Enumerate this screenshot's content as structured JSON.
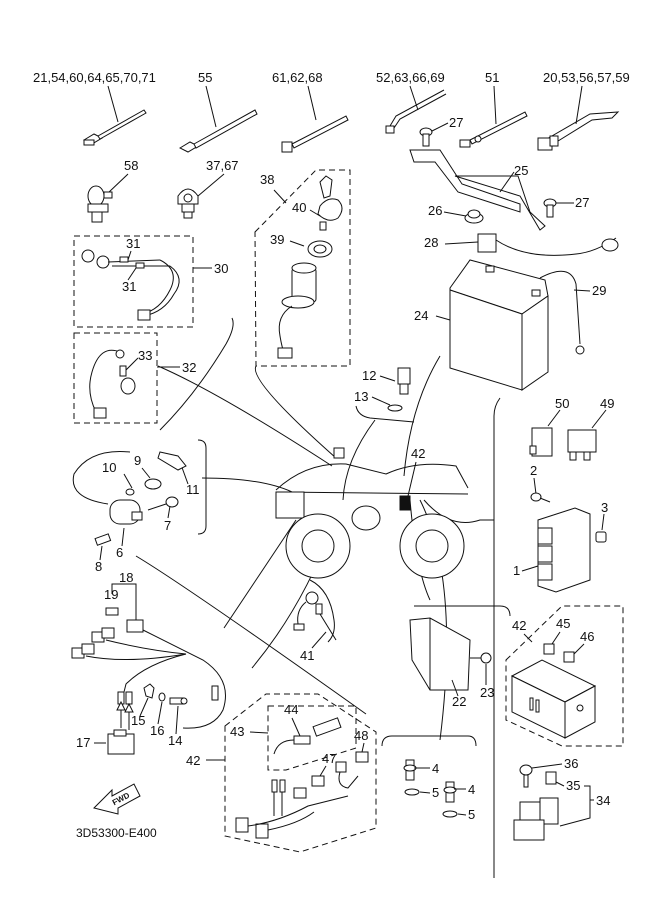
{
  "diagram": {
    "title_code": "3D53300-E400",
    "fwd_label": "FWD",
    "top_ties": [
      {
        "label": "21,54,60,64,65,70,71",
        "part": "cable-tie-short"
      },
      {
        "label": "55",
        "part": "cable-tie-long"
      },
      {
        "label": "61,62,68",
        "part": "cable-tie-square-head"
      },
      {
        "label": "52,63,66,69",
        "part": "cable-tie-bent"
      },
      {
        "label": "51",
        "part": "cable-tie-mount"
      },
      {
        "label": "20,53,56,57,59",
        "part": "cable-tie-clip"
      }
    ],
    "callouts": {
      "c1": "1",
      "c2": "2",
      "c3": "3",
      "c4a": "4",
      "c4b": "4",
      "c5a": "5",
      "c5b": "5",
      "c6": "6",
      "c7": "7",
      "c8": "8",
      "c9": "9",
      "c10": "10",
      "c11": "11",
      "c12": "12",
      "c13": "13",
      "c14": "14",
      "c15": "15",
      "c16": "16",
      "c17": "17",
      "c18": "18",
      "c19": "19",
      "c22": "22",
      "c23": "23",
      "c24": "24",
      "c25": "25",
      "c26": "26",
      "c27a": "27",
      "c27b": "27",
      "c28": "28",
      "c29": "29",
      "c30": "30",
      "c31a": "31",
      "c31b": "31",
      "c32": "32",
      "c33": "33",
      "c34": "34",
      "c35": "35",
      "c36": "36",
      "c37": "37,67",
      "c38": "38",
      "c39": "39",
      "c40": "40",
      "c41": "41",
      "c42a": "42",
      "c42b": "42",
      "c42c": "42",
      "c43": "43",
      "c44": "44",
      "c45": "45",
      "c46": "46",
      "c47": "47",
      "c48": "48",
      "c49": "49",
      "c50": "50",
      "c58": "58"
    },
    "groups": [
      {
        "id": "30",
        "name": "wire-harness-sub"
      },
      {
        "id": "32",
        "name": "lead-wire-sub"
      },
      {
        "id": "38",
        "name": "main-switch-assembly"
      },
      {
        "id": "42",
        "name": "wire-harness-assembly"
      },
      {
        "id": "43",
        "name": "sub-wire-harness"
      },
      {
        "id": "34",
        "name": "starter-relay-assembly"
      }
    ]
  }
}
